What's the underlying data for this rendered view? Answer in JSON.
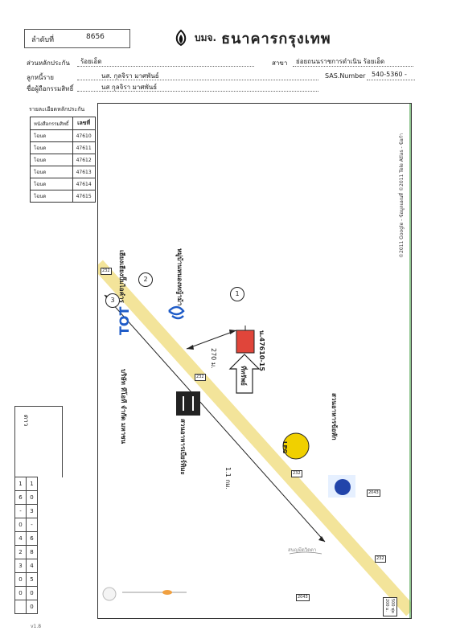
{
  "header": {
    "doc_no_label": "ลำดับที่",
    "doc_no_value": "8656",
    "bank_abbr": "บมจ.",
    "bank_name": "ธนาคารกรุงเทพ",
    "branch_owner_label": "ส่วนหลักประกัน",
    "branch_owner_value": "ร้อยเอ็ด",
    "branch_label": "สาขา",
    "branch_value": "ย่อยถนนราชการดำเนิน ร้อยเอ็ด",
    "debtor_label": "ลูกหนี้ราย",
    "debtor_value": "นส. กุลจิรา มาศพันธ์",
    "sas_label": "SAS.Number",
    "sas_value": "540-5360 -",
    "owner_label": "ชื่อผู้ถือกรรมสิทธิ์",
    "owner_value": "นส กุลจิรา มาศพันธ์"
  },
  "collateral": {
    "title": "รายละเอียดหลักประกัน",
    "col_type": "หนังสือกรรมสิทธิ์",
    "col_no": "เลขที่",
    "rows": [
      {
        "type": "โฉนด",
        "no": "47610"
      },
      {
        "type": "โฉนด",
        "no": "47611"
      },
      {
        "type": "โฉนด",
        "no": "47612"
      },
      {
        "type": "โฉนด",
        "no": "47613"
      },
      {
        "type": "โฉนด",
        "no": "47614"
      },
      {
        "type": "โฉนด",
        "no": "47615"
      }
    ]
  },
  "map": {
    "copyright": "©2011 Google - ข้อมูลแผนที่ ©2011 Tele Atlas - ข้อกำ",
    "village": "หมู่บ้านหนองหญ้าม้า",
    "shop1": "เฮียงเฮียงปั๊มไอคำร",
    "company": "บริษัท ทีโอที จำกัด มหาชน",
    "restaurant1": "สวนอาหารเบียร์ทิมะ",
    "restaurant2": "สวนอาหารข้อหัก",
    "parcel": "น.47610-15",
    "arrow_label": "ที่ทรัพย์",
    "dist1": "270 ม.",
    "dist2": "1.1 กม.",
    "tot": "TOT",
    "lpg": "LPG",
    "road": "232",
    "road2": "2043",
    "marker1": "1",
    "marker2": "2",
    "marker3": "3",
    "scale_m": "200 ม.",
    "scale_ft": "500 ฟุต",
    "handwriting": "สนญมีดวิดตา"
  },
  "side": {
    "label": "ดาว",
    "row1": [
      "1",
      "6",
      "-",
      "0",
      "4",
      "2",
      "3",
      "0",
      "0"
    ],
    "row2": [
      "1",
      "0",
      "3",
      "-",
      "6",
      "8",
      "4",
      "5",
      "0",
      "0"
    ]
  },
  "footer": {
    "page": "v1.8"
  },
  "colors": {
    "road": "#f3e49a",
    "parcel": "#e0453a"
  }
}
